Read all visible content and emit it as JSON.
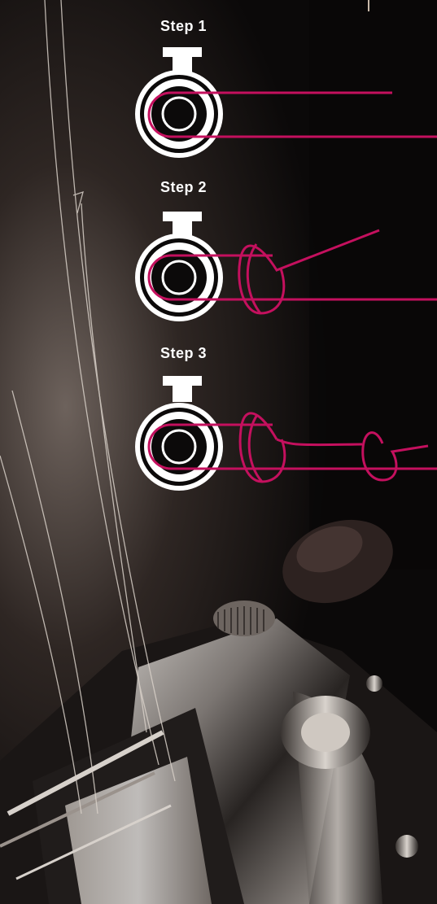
{
  "steps": [
    {
      "label": "Step 1",
      "icon": "reel-eye-line-pass-icon"
    },
    {
      "label": "Step 2",
      "icon": "reel-eye-wrap-icon"
    },
    {
      "label": "Step 3",
      "icon": "reel-eye-double-knot-icon"
    }
  ],
  "colors": {
    "line": "#c4105e",
    "eye": "#ffffff",
    "background": "#0c0a0a"
  },
  "background_image": "fishing-reel-photo"
}
